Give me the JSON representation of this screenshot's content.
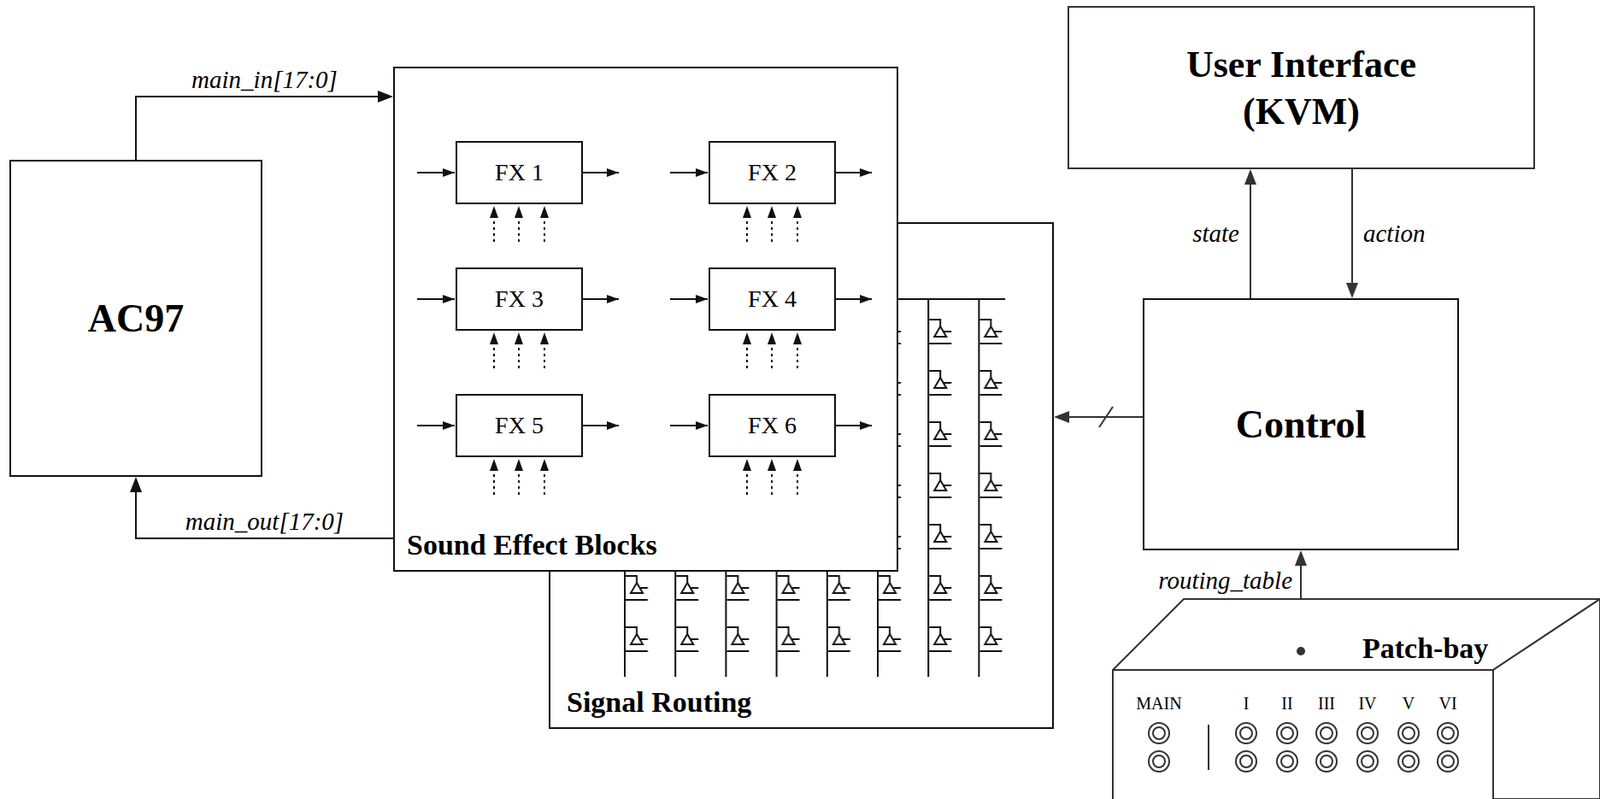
{
  "diagram": {
    "nodes": [
      {
        "text": [
          "AC97"
        ]
      },
      {
        "text": [
          "Sound Effect Blocks"
        ]
      },
      {
        "text": [
          "FX 1"
        ],
        "in": 1
      },
      {
        "text": [
          "FX 2"
        ],
        "in": 1
      },
      {
        "text": [
          "FX 3"
        ],
        "in": 1
      },
      {
        "text": [
          "FX 4"
        ],
        "in": 1
      },
      {
        "text": [
          "FX 5"
        ],
        "in": 1
      },
      {
        "text": [
          "FX 6"
        ],
        "in": 1
      },
      {
        "text": [
          "Signal Routing"
        ]
      },
      {
        "text": [
          "User Interface (KVM)"
        ]
      },
      {
        "text": [
          "Control"
        ]
      },
      {
        "text": [
          "Patch-bay",
          "MAIN",
          "I",
          "II",
          "III",
          "IV",
          "V",
          "VI"
        ]
      }
    ],
    "edges": [
      {
        "from": 0,
        "to": 1,
        "label": "main_in[17:0]",
        "arrow": "to"
      },
      {
        "from": 1,
        "to": 0,
        "label": "main_out[17:0]",
        "arrow": "to"
      },
      {
        "from": 10,
        "to": 9,
        "label": "state",
        "arrow": "to"
      },
      {
        "from": 9,
        "to": 10,
        "label": "action",
        "arrow": "to"
      },
      {
        "from": 10,
        "to": 8,
        "arrow": "to"
      },
      {
        "from": 11,
        "to": 10,
        "label": "routing_table",
        "arrow": "to"
      }
    ]
  }
}
